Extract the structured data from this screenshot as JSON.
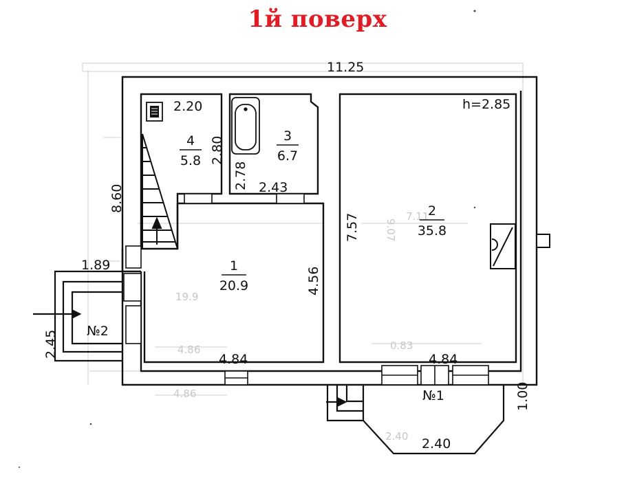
{
  "title": "1й поверх",
  "ceiling_height": "h=2.85",
  "rooms": [
    {
      "number": "1",
      "area": "20.9"
    },
    {
      "number": "2",
      "area": "35.8"
    },
    {
      "number": "3",
      "area": "6.7"
    },
    {
      "number": "4",
      "area": "5.8"
    }
  ],
  "dimensions": {
    "overall_width": "11.25",
    "left_height": "8.60",
    "room4_width": "2.20",
    "room4_height": "2.80",
    "room3_height": "2.78",
    "room3_width": "2.43",
    "room2_height": "7.57",
    "room1_height": "4.56",
    "room1_width": "4.84",
    "room2_width": "4.84",
    "porch2_width": "1.89",
    "porch2_height": "2.45",
    "porch1_depth": "1.00",
    "porch1_width": "2.40"
  },
  "porches": {
    "porch1": "№1",
    "porch2": "№2"
  },
  "ghost_marks": [
    "9.07",
    "7.11",
    "19.9",
    "4.86",
    "0.83",
    "2.40",
    "4.86"
  ],
  "colors": {
    "title": "#e01c24",
    "lines": "#111111",
    "ghost": "#c8c8c8"
  }
}
